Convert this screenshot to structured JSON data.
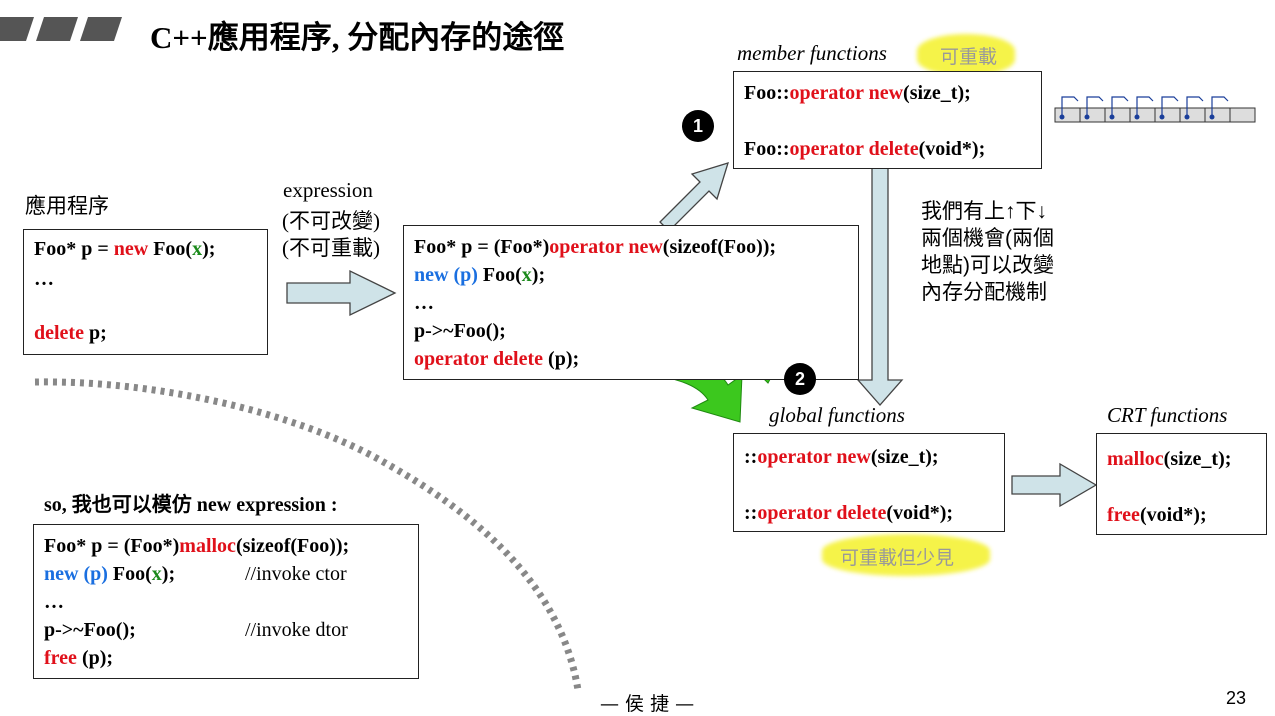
{
  "title": "C++應用程序, 分配內存的途徑",
  "left": {
    "label": "應用程序",
    "code": [
      [
        {
          "t": "Foo* p = ",
          "c": ""
        },
        {
          "t": "new",
          "c": "red"
        },
        {
          "t": " Foo(",
          "c": ""
        },
        {
          "t": "x",
          "c": "green"
        },
        {
          "t": ");",
          "c": ""
        }
      ],
      [
        {
          "t": "…",
          "c": ""
        }
      ],
      [
        {
          "t": "delete",
          "c": "red"
        },
        {
          "t": " p;",
          "c": ""
        }
      ]
    ]
  },
  "expression": {
    "line1": "expression",
    "line2": "(不可改變)",
    "line3": "(不可重載)"
  },
  "middle": {
    "code": [
      [
        {
          "t": "Foo* p = (Foo*)",
          "c": ""
        },
        {
          "t": "operator new",
          "c": "red"
        },
        {
          "t": "(sizeof(Foo));",
          "c": ""
        }
      ],
      [
        {
          "t": "new (p)",
          "c": "blue"
        },
        {
          "t": " Foo(",
          "c": ""
        },
        {
          "t": "x",
          "c": "green"
        },
        {
          "t": ");",
          "c": ""
        }
      ],
      [
        {
          "t": "…",
          "c": ""
        }
      ],
      [
        {
          "t": "p->~Foo();",
          "c": ""
        }
      ],
      [
        {
          "t": "operator delete",
          "c": "red"
        },
        {
          "t": " (p);",
          "c": ""
        }
      ]
    ]
  },
  "member": {
    "label": "member functions",
    "note": "可重載",
    "code": [
      [
        {
          "t": "Foo::",
          "c": ""
        },
        {
          "t": "operator new",
          "c": "red"
        },
        {
          "t": "(size_t);",
          "c": ""
        }
      ],
      [
        {
          "t": "Foo::",
          "c": ""
        },
        {
          "t": "operator delete",
          "c": "red"
        },
        {
          "t": "(void*);",
          "c": ""
        }
      ]
    ]
  },
  "badges": {
    "one": "1",
    "two": "2"
  },
  "note_right": [
    "我們有上↑下↓",
    "兩個機會(兩個",
    "地點)可以改變",
    "內存分配機制"
  ],
  "global": {
    "label": "global functions",
    "note": "可重載但少見",
    "code": [
      [
        {
          "t": "::",
          "c": ""
        },
        {
          "t": "operator new",
          "c": "red"
        },
        {
          "t": "(size_t);",
          "c": ""
        }
      ],
      [
        {
          "t": "::",
          "c": ""
        },
        {
          "t": "operator delete",
          "c": "red"
        },
        {
          "t": "(void*);",
          "c": ""
        }
      ]
    ]
  },
  "crt": {
    "label": "CRT functions",
    "code": [
      [
        {
          "t": "malloc",
          "c": "red"
        },
        {
          "t": "(size_t);",
          "c": ""
        }
      ],
      [
        {
          "t": "free",
          "c": "red"
        },
        {
          "t": "(void*);",
          "c": ""
        }
      ]
    ]
  },
  "mimic": {
    "label": "so, 我也可以模仿 new expression :",
    "code": [
      [
        {
          "t": "Foo* p = (Foo*)",
          "c": ""
        },
        {
          "t": "malloc",
          "c": "red"
        },
        {
          "t": "(sizeof(Foo));",
          "c": ""
        }
      ],
      [
        {
          "t": "new (p)",
          "c": "blue"
        },
        {
          "t": " Foo(",
          "c": ""
        },
        {
          "t": "x",
          "c": "green"
        },
        {
          "t": ");",
          "c": ""
        }
      ],
      [
        {
          "t": "…",
          "c": ""
        }
      ],
      [
        {
          "t": "p->~Foo();",
          "c": ""
        }
      ],
      [
        {
          "t": "free",
          "c": "red"
        },
        {
          "t": " (p);",
          "c": ""
        }
      ]
    ],
    "comments": [
      "//invoke ctor",
      "//invoke dtor"
    ]
  },
  "footer": "— 侯 捷 —",
  "page_number": "23",
  "colors": {
    "accent_red": "#e0101a",
    "accent_blue": "#1a6fe0",
    "accent_green": "#1b8a1b",
    "arrow_fill": "#cfe3e8",
    "big_arrow": "#3cc81e",
    "highlight": "#f4f12a"
  }
}
